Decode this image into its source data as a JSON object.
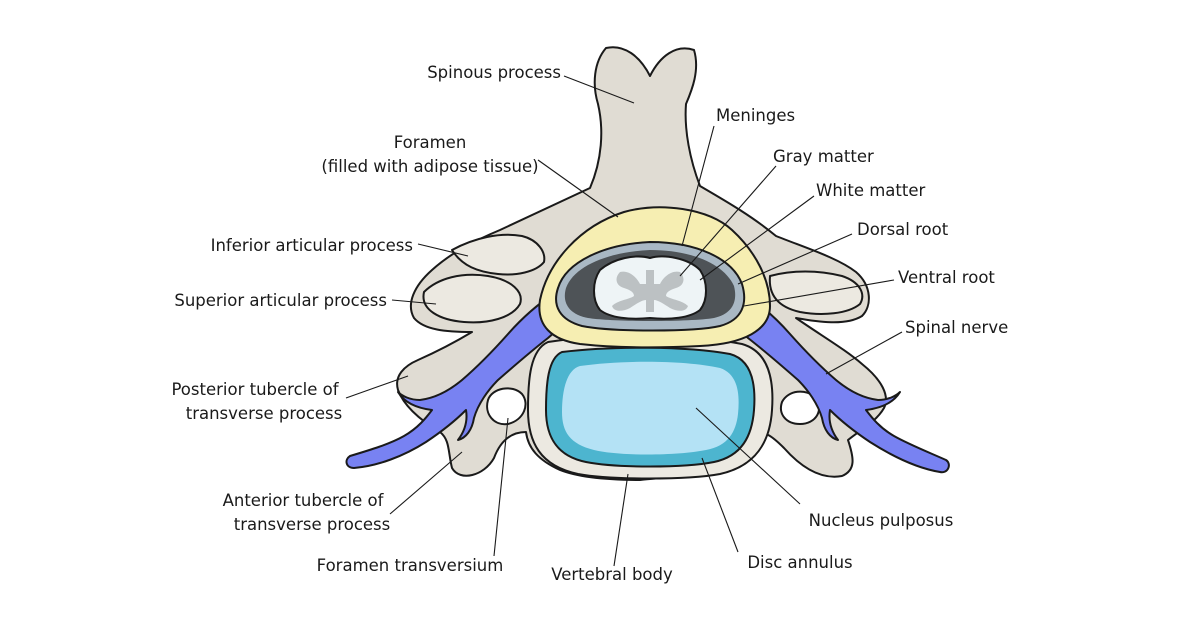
{
  "colors": {
    "bone": "#e0dcd3",
    "bone_light": "#ece9e1",
    "adipose": "#f6eeb2",
    "nerve": "#7882f2",
    "nerve_dark": "#5a62d8",
    "annulus": "#4db5cf",
    "nucleus": "#b4e2f5",
    "dura": "#a9b8c4",
    "dark_csf": "#4e5357",
    "white_matter": "#eef4f6",
    "gray_matter": "#bcc1c3"
  },
  "labels": {
    "spinous_process": "Spinous process",
    "foramen_line1": "Foramen",
    "foramen_line2": "(filled with adipose tissue)",
    "meninges": "Meninges",
    "gray_matter": "Gray matter",
    "white_matter": "White matter",
    "dorsal_root": "Dorsal root",
    "ventral_root": "Ventral root",
    "spinal_nerve": "Spinal nerve",
    "inferior_articular_process": "Inferior articular process",
    "superior_articular_process": "Superior articular process",
    "posterior_tubercle_line1": "Posterior tubercle of",
    "posterior_tubercle_line2": "transverse process",
    "anterior_tubercle_line1": "Anterior tubercle of",
    "anterior_tubercle_line2": "transverse process",
    "foramen_transversium": "Foramen transversium",
    "vertebral_body": "Vertebral body",
    "disc_annulus": "Disc annulus",
    "nucleus_pulposus": "Nucleus pulposus"
  }
}
